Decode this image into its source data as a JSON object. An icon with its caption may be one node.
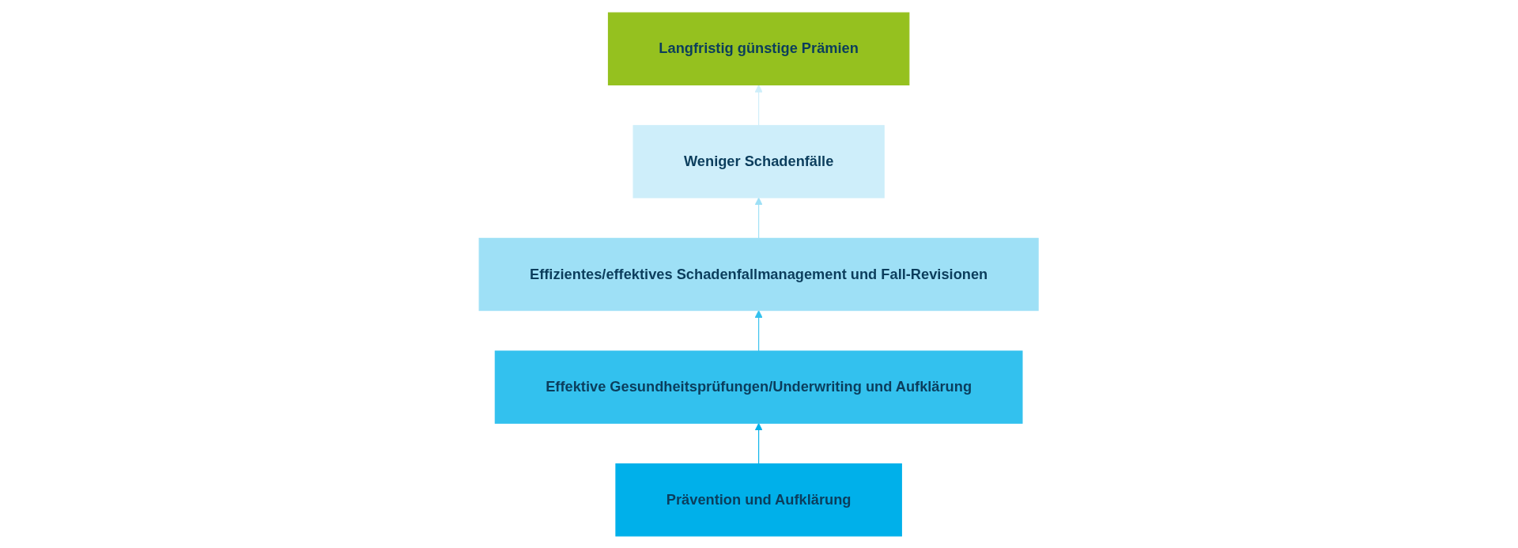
{
  "diagram": {
    "nodes": [
      {
        "text": [
          "Langfristig günstige Prämien"
        ]
      },
      {
        "text": [
          "Weniger Schadenfälle"
        ]
      },
      {
        "text": [
          "Effizientes/effektives Schadenfallmanagement und Fall-Revisionen"
        ]
      },
      {
        "text": [
          "Effektive Gesundheitsprüfungen/Underwriting und Aufklärung"
        ]
      },
      {
        "text": [
          "Prävention und Aufklärung"
        ]
      }
    ],
    "edges": [
      {
        "from": 4,
        "to": 3,
        "arrow": "to",
        "color": "#00b0ea"
      },
      {
        "from": 3,
        "to": 2,
        "arrow": "to",
        "color": "#33c1ee"
      },
      {
        "from": 2,
        "to": 1,
        "arrow": "to",
        "color": "#9ee0f6"
      },
      {
        "from": 1,
        "to": 0,
        "arrow": "to",
        "color": "#ceeefa"
      }
    ]
  }
}
